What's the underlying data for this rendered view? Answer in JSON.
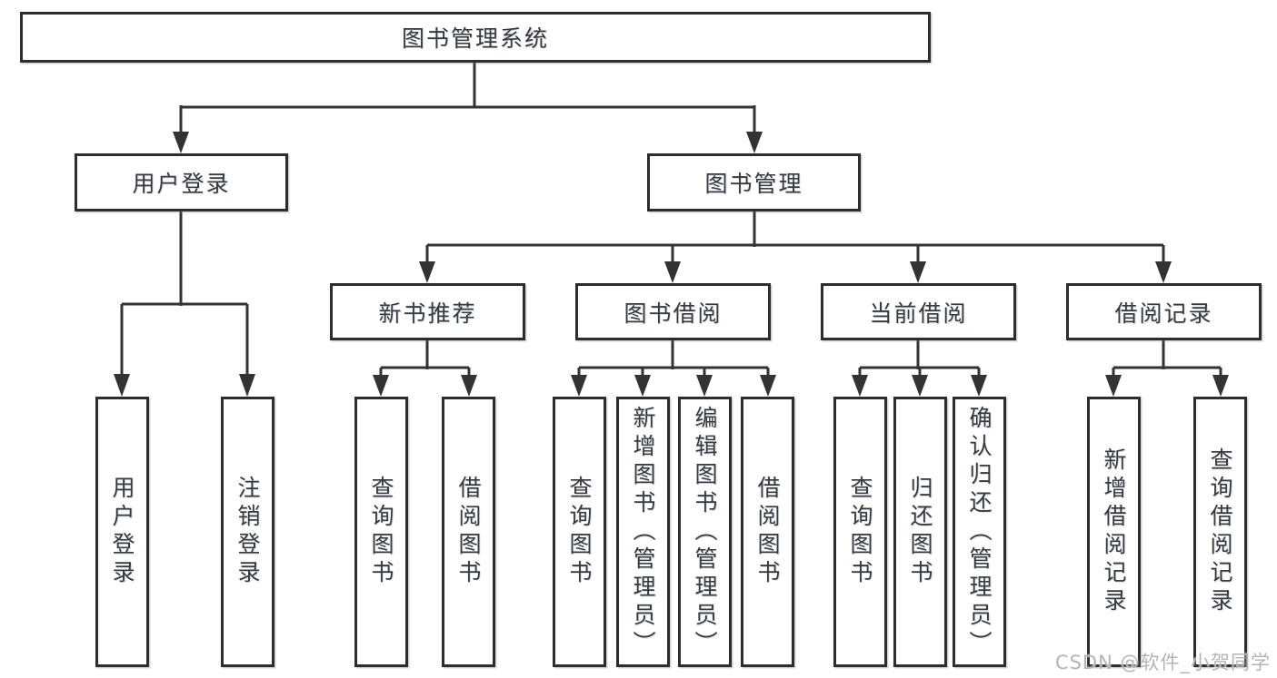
{
  "tree": {
    "label": "图书管理系统",
    "children": [
      {
        "label": "用户登录",
        "children": [
          {
            "label": "用户登录"
          },
          {
            "label": "注销登录"
          }
        ]
      },
      {
        "label": "图书管理",
        "children": [
          {
            "label": "新书推荐",
            "children": [
              {
                "label": "查询图书"
              },
              {
                "label": "借阅图书"
              }
            ]
          },
          {
            "label": "图书借阅",
            "children": [
              {
                "label": "查询图书"
              },
              {
                "label": "新增图书（管理员）"
              },
              {
                "label": "编辑图书（管理员）"
              },
              {
                "label": "借阅图书"
              }
            ]
          },
          {
            "label": "当前借阅",
            "children": [
              {
                "label": "查询图书"
              },
              {
                "label": "归还图书"
              },
              {
                "label": "确认归还（管理员）"
              }
            ]
          },
          {
            "label": "借阅记录",
            "children": [
              {
                "label": "新增借阅记录"
              },
              {
                "label": "查询借阅记录"
              }
            ]
          }
        ]
      }
    ]
  },
  "watermark": {
    "text": "CSDN @软件_小贺同学"
  },
  "colors": {
    "line": "#333333",
    "box_border": "#2d2d2d",
    "text": "#3a3a3a",
    "watermark": "#b4b4b4",
    "background": "#ffffff"
  }
}
